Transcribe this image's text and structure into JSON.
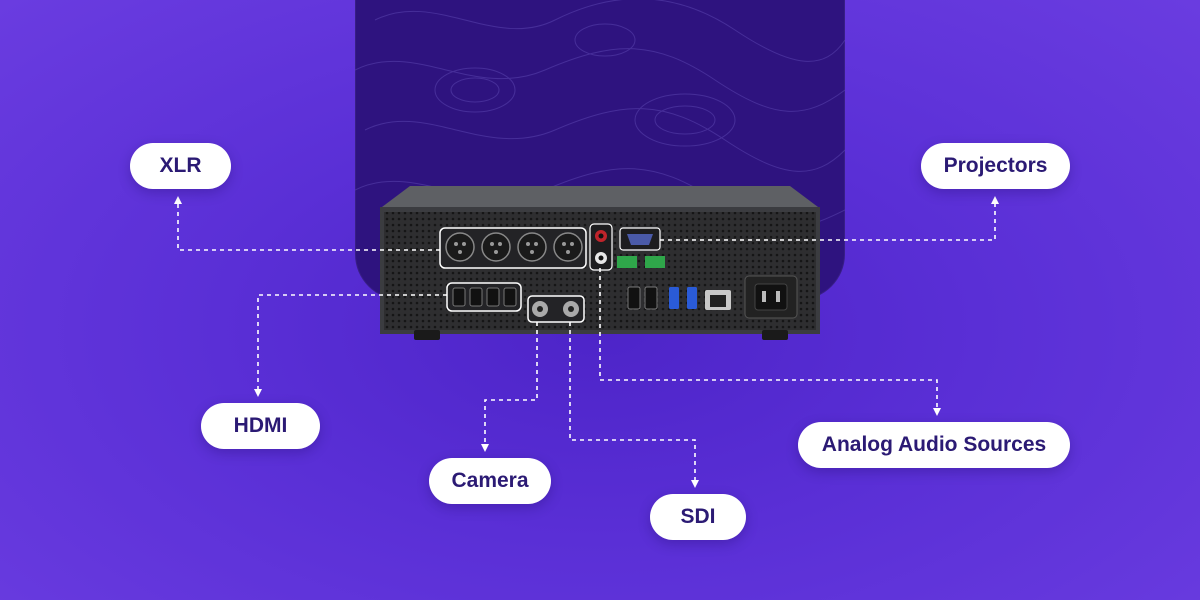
{
  "labels": {
    "xlr": "XLR",
    "projectors": "Projectors",
    "hdmi": "HDMI",
    "camera": "Camera",
    "sdi": "SDI",
    "analog_audio": "Analog Audio Sources"
  },
  "colors": {
    "background": "#5a2fd6",
    "panel": "#2e137f",
    "pill_text": "#2b1a74",
    "connector_line": "#ffffff"
  }
}
